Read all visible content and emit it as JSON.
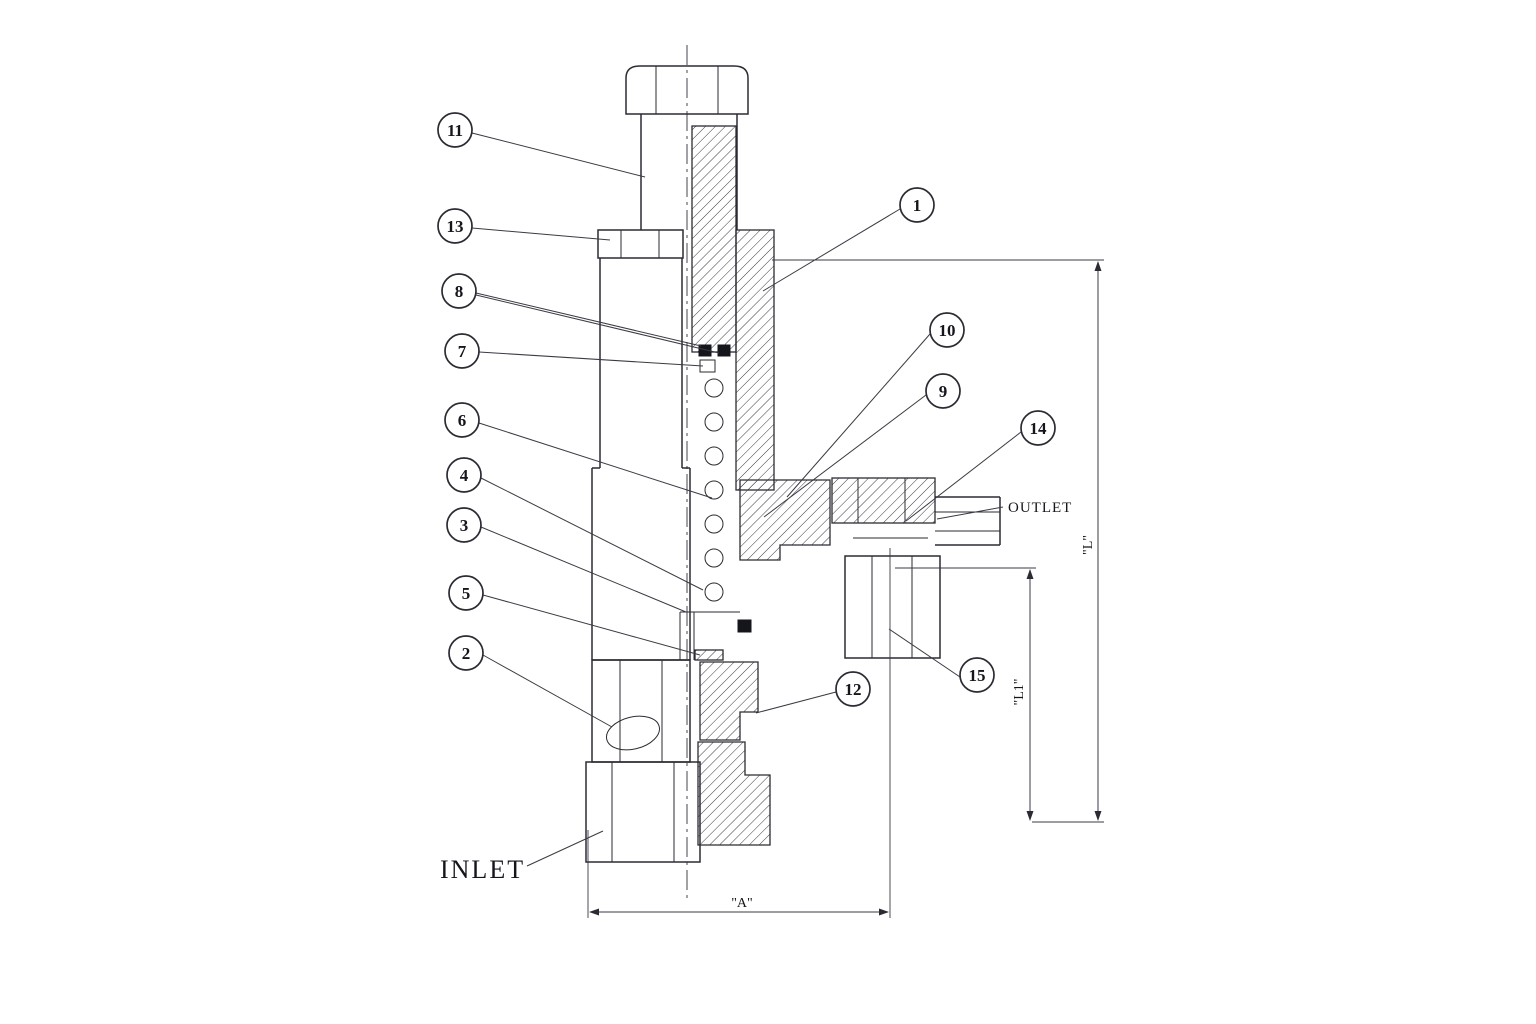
{
  "diagram": {
    "type": "technical-cross-section",
    "description": "Sectional assembly drawing of a relief valve with numbered part balloons, inlet and outlet ports and dimension callouts",
    "colors": {
      "line": "#2b2b33",
      "background": "#ffffff"
    },
    "labels": {
      "inlet": "INLET",
      "outlet": "OUTLET"
    },
    "dimensions": {
      "a": "\"A\"",
      "l": "\"L\"",
      "l1": "\"L1\""
    },
    "balloons": [
      {
        "number": "1"
      },
      {
        "number": "2"
      },
      {
        "number": "3"
      },
      {
        "number": "4"
      },
      {
        "number": "5"
      },
      {
        "number": "6"
      },
      {
        "number": "7"
      },
      {
        "number": "8"
      },
      {
        "number": "9"
      },
      {
        "number": "10"
      },
      {
        "number": "11"
      },
      {
        "number": "12"
      },
      {
        "number": "13"
      },
      {
        "number": "14"
      },
      {
        "number": "15"
      }
    ]
  }
}
